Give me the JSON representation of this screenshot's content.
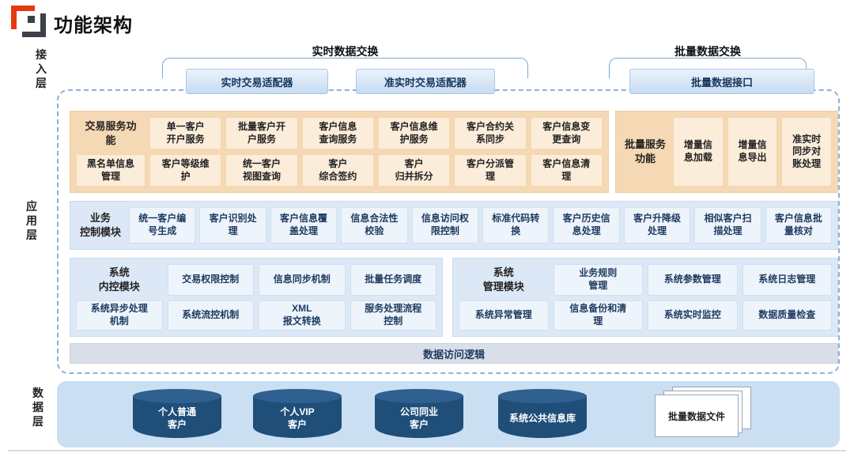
{
  "header": {
    "title": "功能架构"
  },
  "layers": {
    "access": "接入层",
    "application": "应用层",
    "data": "数据层"
  },
  "exchange": {
    "realtime": {
      "label": "实时数据交换",
      "adapter1": "实时交易适配器",
      "adapter2": "准实时交易适配器"
    },
    "batch": {
      "label": "批量数据交换",
      "adapter1": "批量数据接口"
    }
  },
  "app": {
    "txn": {
      "label": "交易服务功\n能",
      "row1": [
        "单一客户\n开户服务",
        "批量客户开\n户服务",
        "客户信息\n查询服务",
        "客户信息维\n护服务",
        "客户合约关\n系同步",
        "客户信息变\n更查询"
      ],
      "row2": [
        "黑名单信息\n管理",
        "客户等级维\n护",
        "统一客户\n视图查询",
        "客户\n综合签约",
        "客户\n归并拆分",
        "客户分派管\n理",
        "客户信息清\n理"
      ]
    },
    "batchsvc": {
      "label": "批量服务\n功能",
      "items": [
        "增量信\n息加载",
        "增量信\n息导出",
        "准实时\n同步对\n账处理"
      ]
    },
    "bizctl": {
      "label": "业务\n控制模块",
      "items": [
        "统一客户编\n号生成",
        "客户识别处\n理",
        "客户信息覆\n盖处理",
        "信息合法性\n校验",
        "信息访问权\n限控制",
        "标准代码转\n换",
        "客户历史信\n息处理",
        "客户升降级\n处理",
        "相似客户扫\n描处理",
        "客户信息批\n量核对"
      ]
    },
    "sysint": {
      "label": "系统\n内控模块",
      "row1": [
        "交易权限控制",
        "信息同步机制",
        "批量任务调度"
      ],
      "row2": [
        "系统异步处理\n机制",
        "系统流控机制",
        "XML\n报文转换",
        "服务处理流程\n控制"
      ]
    },
    "sysmgmt": {
      "label": "系统\n管理模块",
      "row1": [
        "业务规则\n管理",
        "系统参数管理",
        "系统日志管理"
      ],
      "row2": [
        "系统异常管理",
        "信息备份和清\n理",
        "系统实时监控",
        "数据质量检查"
      ]
    },
    "dal": "数据访问逻辑"
  },
  "datalayer": {
    "db": [
      "个人普通\n客户",
      "个人VIP\n客户",
      "公司同业\n客户",
      "系统公共信息库"
    ],
    "file": "批量数据文件"
  },
  "colors": {
    "logo_orange": "#e8380d",
    "logo_dark": "#3c4048",
    "orange_panel": "#f5d8b4",
    "orange_box": "#fcedda",
    "blue_panel": "#dce8f5",
    "blue_box": "#eef4fb",
    "dashed_border": "#8ab0dd",
    "data_container": "#cbdff2",
    "cylinder": "#1f4e79",
    "dal_bar": "#d8dfe9"
  }
}
